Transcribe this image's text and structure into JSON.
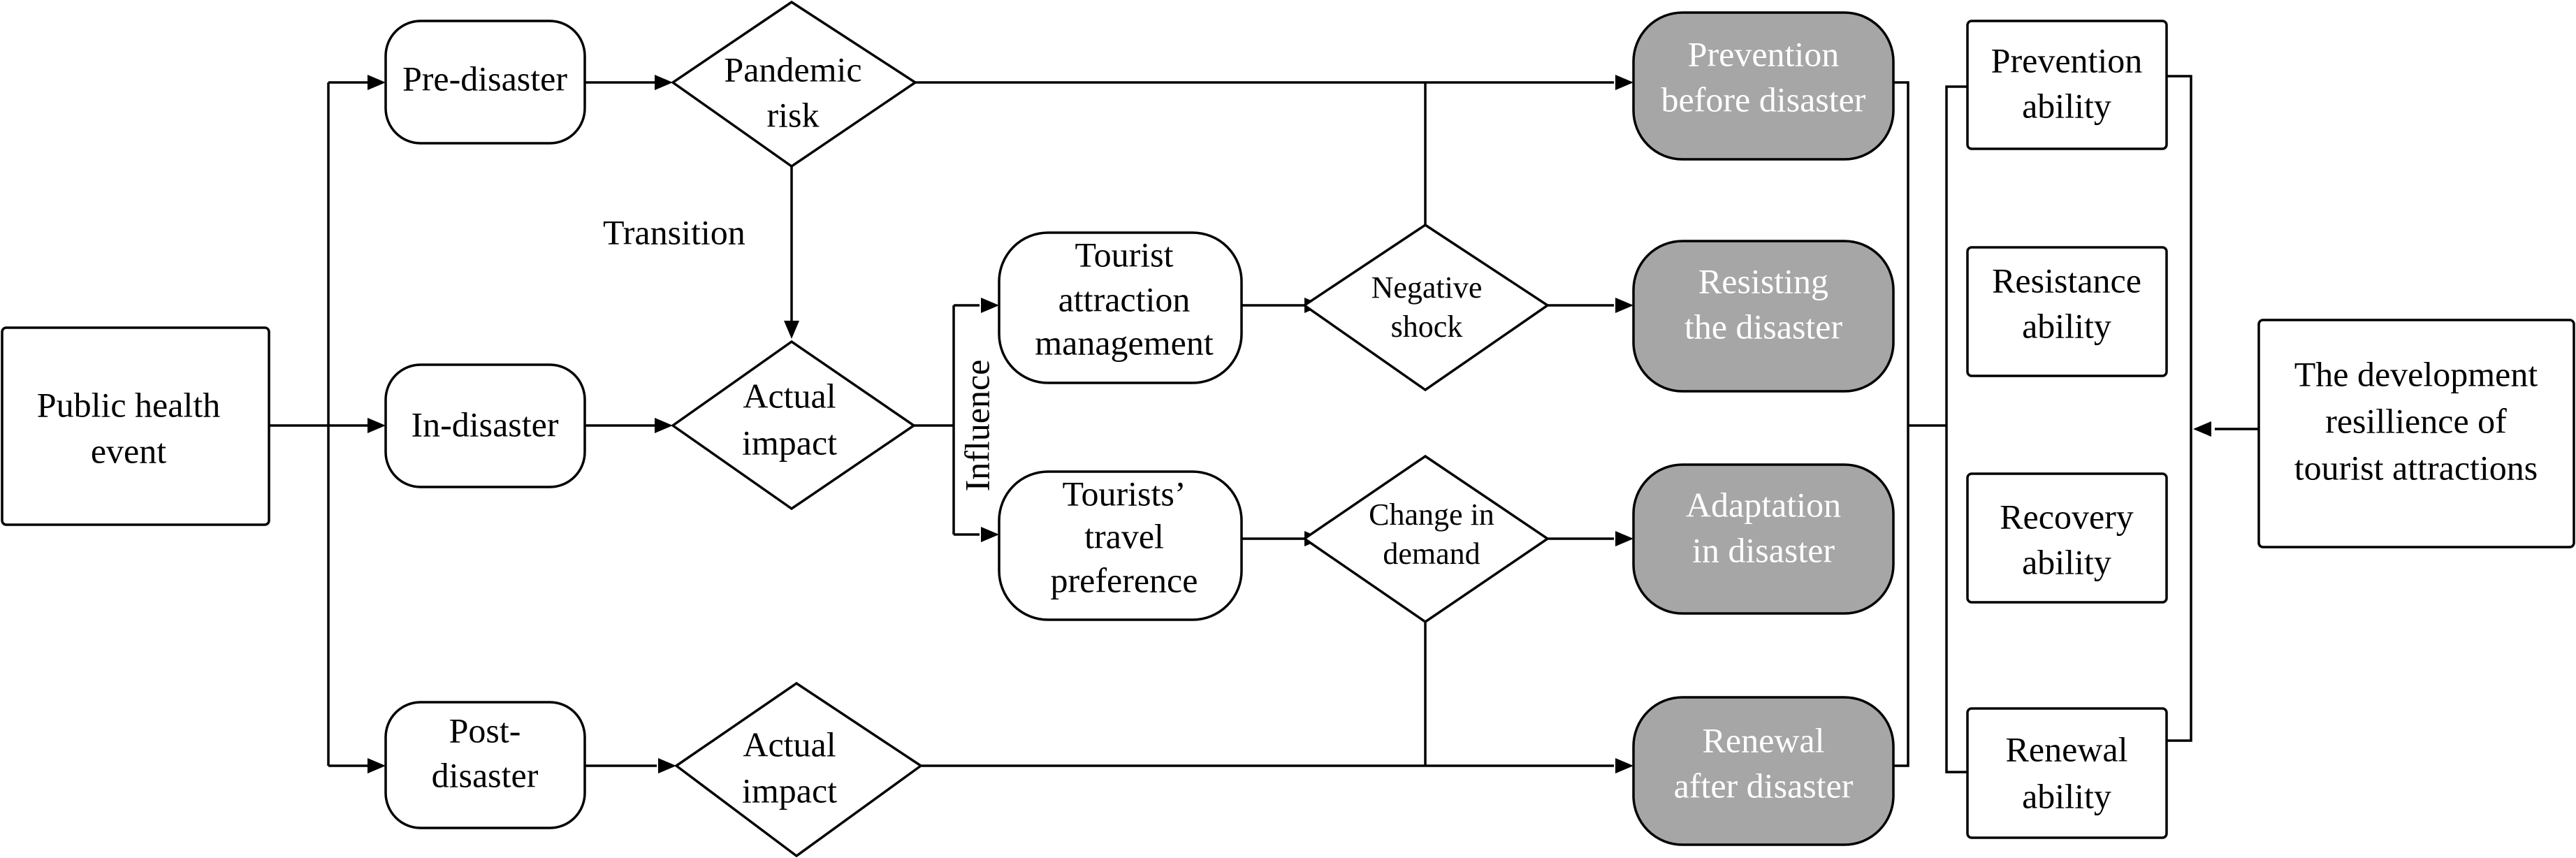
{
  "diagram": {
    "source_node": {
      "line1": "Public health",
      "line2": "event"
    },
    "phases": {
      "pre": "Pre-disaster",
      "in": "In-disaster",
      "post_line1": "Post-",
      "post_line2": "disaster"
    },
    "decisions": {
      "pandemic_risk_line1": "Pandemic",
      "pandemic_risk_line2": "risk",
      "actual_impact_in_line1": "Actual",
      "actual_impact_in_line2": "impact",
      "actual_impact_post_line1": "Actual",
      "actual_impact_post_line2": "impact",
      "negative_shock_line1": "Negative",
      "negative_shock_line2": "shock",
      "change_demand_line1": "Change in",
      "change_demand_line2": "demand"
    },
    "edge_labels": {
      "transition": "Transition",
      "influence": "Influence"
    },
    "factors": {
      "management_line1": "Tourist",
      "management_line2": "attraction",
      "management_line3": "management",
      "preference_line1": "Tourists’",
      "preference_line2": "travel",
      "preference_line3": "preference"
    },
    "stages": {
      "prevention_line1": "Prevention",
      "prevention_line2": "before disaster",
      "resisting_line1": "Resisting",
      "resisting_line2": "the disaster",
      "adaptation_line1": "Adaptation",
      "adaptation_line2": "in disaster",
      "renewal_line1": "Renewal",
      "renewal_line2": "after disaster"
    },
    "abilities": {
      "prevention_line1": "Prevention",
      "prevention_line2": "ability",
      "resistance_line1": "Resistance",
      "resistance_line2": "ability",
      "recovery_line1": "Recovery",
      "recovery_line2": "ability",
      "renewal_line1": "Renewal",
      "renewal_line2": "ability"
    },
    "target_node": {
      "line1": "The development",
      "line2": "resillience of",
      "line3": "tourist attractions"
    },
    "colors": {
      "stage_fill": "#a6a6a6",
      "stage_text": "#ffffff",
      "stroke": "#000000",
      "background": "#ffffff"
    }
  }
}
